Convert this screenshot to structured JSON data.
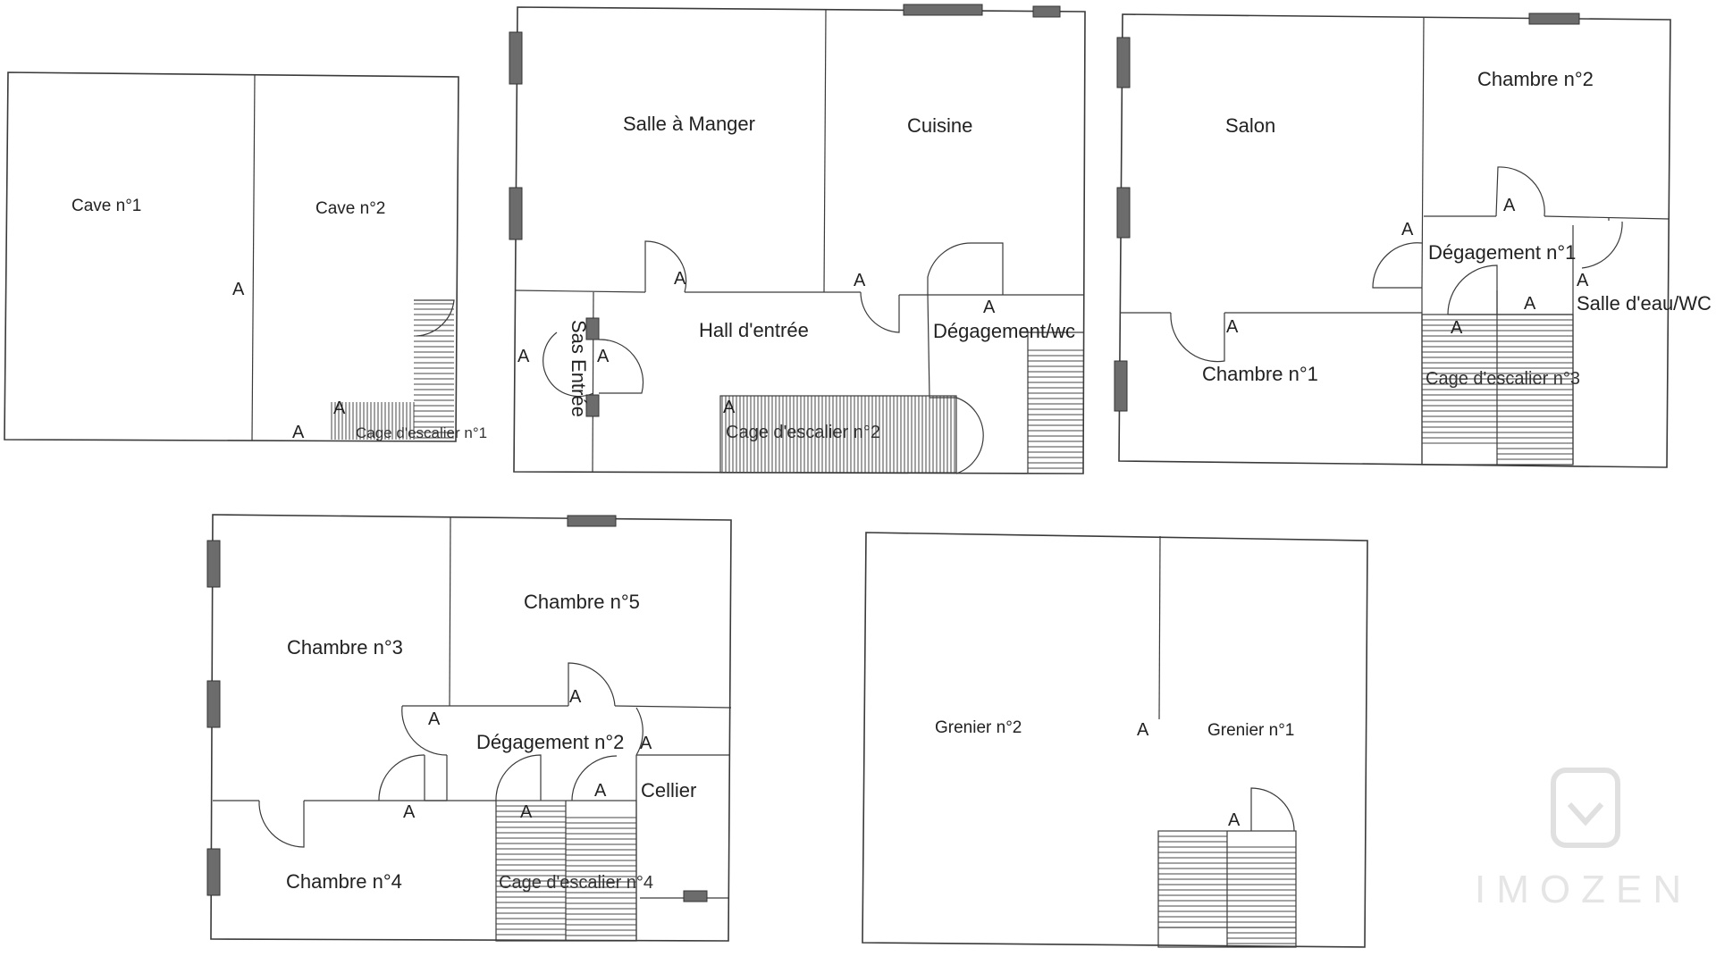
{
  "plans": [
    {
      "id": "basement",
      "rooms": [
        "Cave n°1",
        "Cave n°2"
      ],
      "stair": "Cage d'escalier n°1"
    },
    {
      "id": "ground",
      "rooms": [
        "Salle à Manger",
        "Cuisine",
        "Hall d'entrée",
        "Dégagement/wc",
        "Sas Entrée"
      ],
      "stair": "Cage d'escalier n°2"
    },
    {
      "id": "first",
      "rooms": [
        "Salon",
        "Chambre n°2",
        "Dégagement n°1",
        "Salle d'eau/WC",
        "Chambre n°1"
      ],
      "stair": "Cage d'escalier n°3"
    },
    {
      "id": "second",
      "rooms": [
        "Chambre n°3",
        "Chambre n°5",
        "Dégagement n°2",
        "Cellier",
        "Chambre n°4"
      ],
      "stair": "Cage d'escalier n°4"
    },
    {
      "id": "attic",
      "rooms": [
        "Grenier n°2",
        "Grenier n°1"
      ]
    }
  ],
  "door_mark": "A",
  "watermark": "IMOZEN"
}
